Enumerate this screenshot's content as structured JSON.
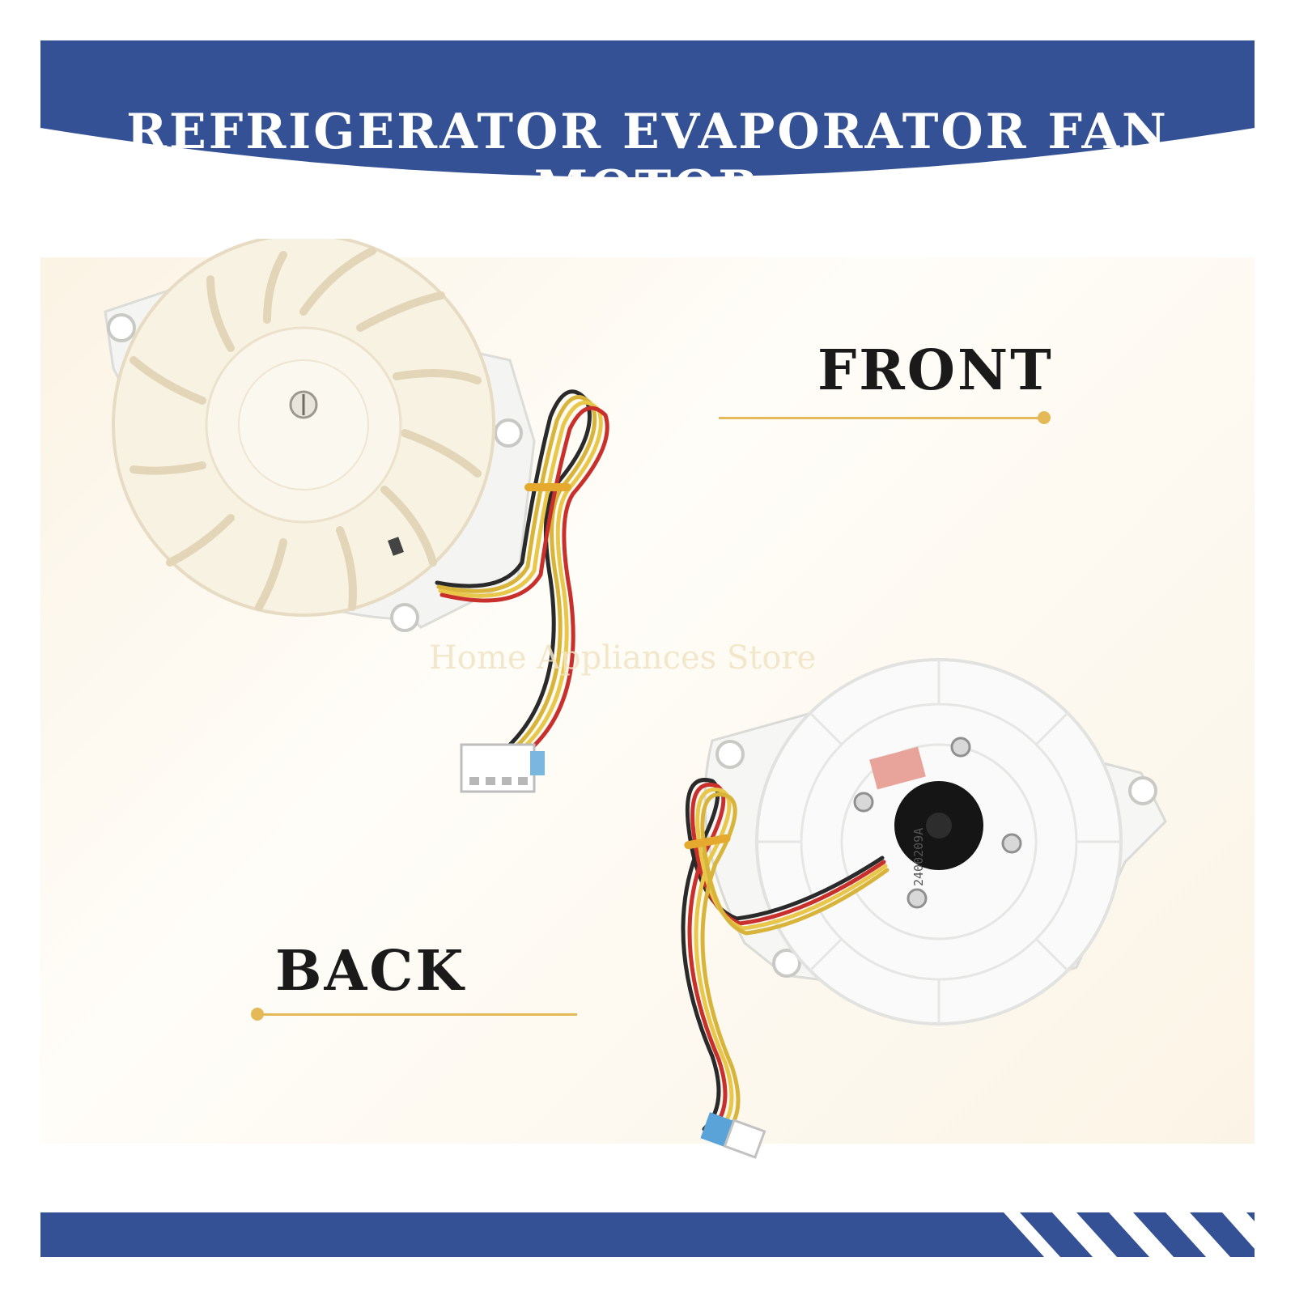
{
  "banner": {
    "title": "REFRIGERATOR EVAPORATOR FAN MOTOR",
    "color": "#345196"
  },
  "labels": {
    "front": "FRONT",
    "back": "BACK"
  },
  "watermark": "Home Appliances Store",
  "motor_back": {
    "stamp": "2400209A"
  },
  "accent_color": "#e5b957"
}
